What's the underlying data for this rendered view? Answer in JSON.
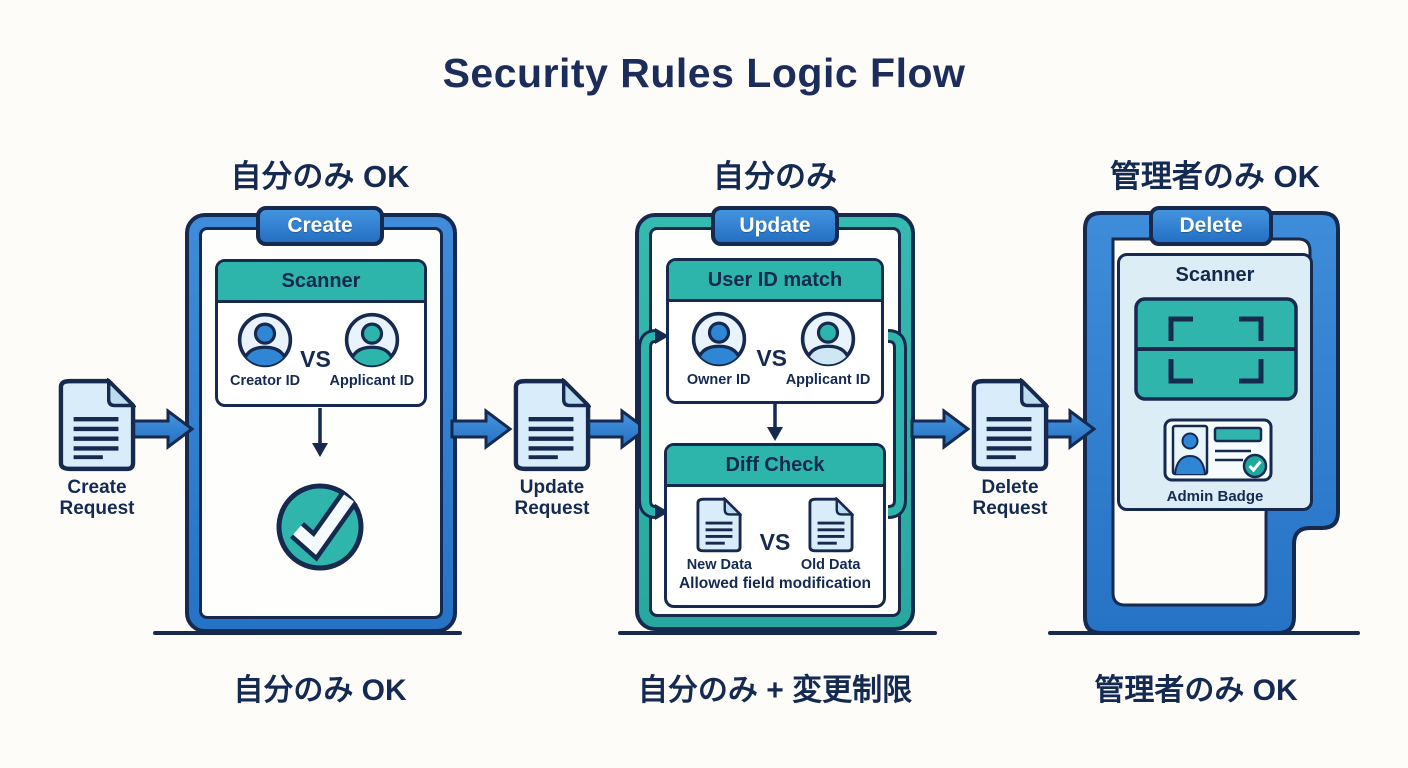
{
  "title": "Security Rules Logic Flow",
  "colors": {
    "navy_outline": "#16294f",
    "title_navy": "#1c2c5b",
    "blue_accent": "#2e7fd0",
    "teal_accent": "#2db4ab",
    "teal_badge": "#1fa89e",
    "doc_fill": "#d9ecf9",
    "panel_card_bg": "#dcedf6",
    "background": "#fdfcf9"
  },
  "flow": {
    "requests": [
      {
        "icon": "document-icon",
        "line1": "Create",
        "line2": "Request"
      },
      {
        "icon": "document-icon",
        "line1": "Update",
        "line2": "Request"
      },
      {
        "icon": "document-icon",
        "line1": "Delete",
        "line2": "Request"
      }
    ]
  },
  "panels": [
    {
      "top_label": "自分のみ OK",
      "tab": "Create",
      "bottom_label": "自分のみ OK",
      "scanner": {
        "header": "Scanner",
        "left": "Creator ID",
        "vs": "VS",
        "right": "Applicant ID"
      },
      "result_icon": "check-circle-icon"
    },
    {
      "top_label": "自分のみ",
      "tab": "Update",
      "bottom_label": "自分のみ + 変更制限",
      "id_match": {
        "header": "User ID match",
        "left": "Owner ID",
        "vs": "VS",
        "right": "Applicant ID"
      },
      "diff_check": {
        "header": "Diff Check",
        "left": "New Data",
        "vs": "VS",
        "right": "Old Data",
        "note": "Allowed field modification"
      }
    },
    {
      "top_label": "管理者のみ OK",
      "tab": "Delete",
      "bottom_label": "管理者のみ OK",
      "scanner": {
        "header": "Scanner",
        "badge": "Admin Badge"
      }
    }
  ]
}
